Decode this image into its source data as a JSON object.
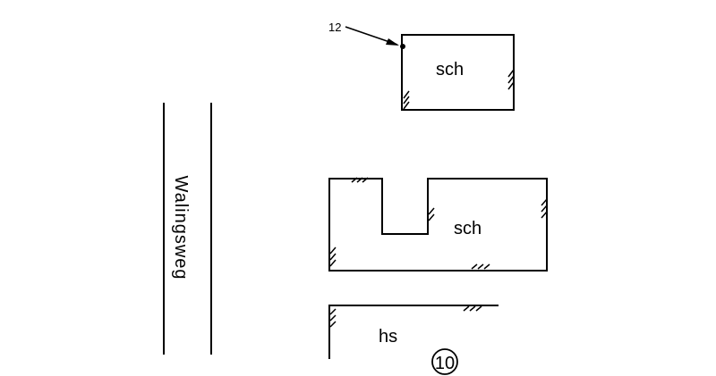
{
  "street": {
    "name": "Walingsweg"
  },
  "buildings": [
    {
      "label": "sch"
    },
    {
      "label": "sch"
    },
    {
      "label": "hs"
    }
  ],
  "reference_marker": {
    "label": "12"
  },
  "figure_number": {
    "label": "10"
  }
}
